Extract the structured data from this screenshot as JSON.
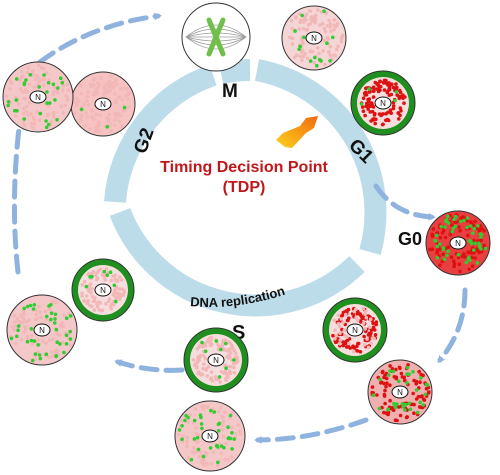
{
  "phases": {
    "m": "M",
    "g1": "G1",
    "g0": "G0",
    "s": "S",
    "g2": "G2"
  },
  "center": {
    "title_line1": "Timing Decision Point",
    "title_line2": "(TDP)"
  },
  "dna_replication": "DNA replication",
  "nucleus_label": "N",
  "colors": {
    "ring": "#bcdcea",
    "arrow": "#8fb3de",
    "tdp_text": "#c0181a",
    "pink": "#f2b8b8",
    "green": "#33cc33",
    "red": "#dd1111",
    "cell_outline": "#333333"
  },
  "icons": {
    "tdp_arrow": "gradient-arrow-icon",
    "cycle_arrows": "dashed-curved-arrow-icon"
  }
}
